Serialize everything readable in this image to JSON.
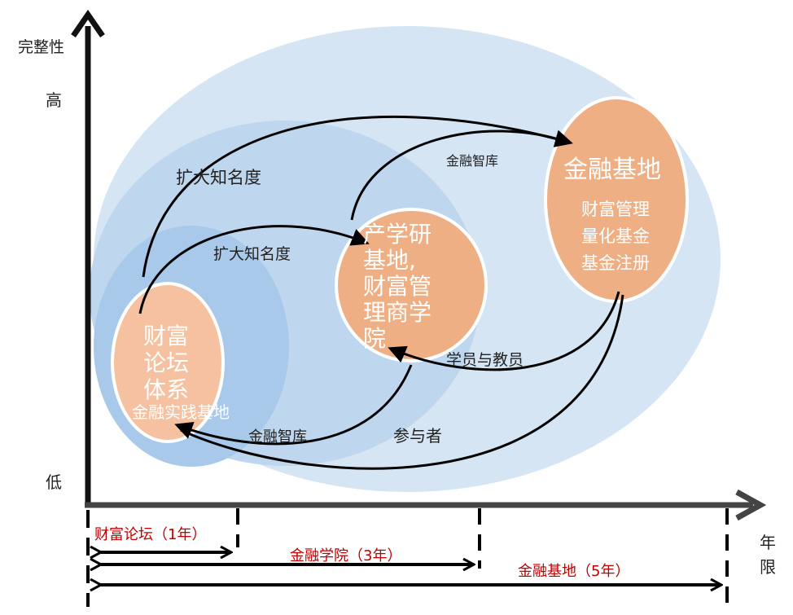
{
  "axes": {
    "y_label": "完整性",
    "y_high": "高",
    "y_low": "低",
    "x_label_line1": "年",
    "x_label_line2": "限"
  },
  "nodes": {
    "forum": {
      "lines": [
        "财富",
        "论坛",
        "体系"
      ],
      "sub": "金融实践基地"
    },
    "academy": {
      "lines": [
        "产学研",
        "基地,",
        "财富管",
        "理商学",
        "院"
      ]
    },
    "base": {
      "title": "金融基地",
      "items": [
        "财富管理",
        "量化基金",
        "基金注册"
      ]
    }
  },
  "arrows": {
    "outer_awareness": "扩大知名度",
    "inner_awareness": "扩大知名度",
    "think_tank_top": "金融智库",
    "think_tank_bottom": "金融智库",
    "students_teachers": "学员与教员",
    "participants": "参与者"
  },
  "timeline": {
    "forum": "财富论坛（1年）",
    "academy": "金融学院（3年）",
    "base": "金融基地（5年）"
  },
  "colors": {
    "ellipse_outer": "#d6e5f4",
    "ellipse_mid": "#bed6ee",
    "ellipse_inner": "#a9c9ea",
    "node_forum": "#f5c1a0",
    "node_orange": "#efaf84",
    "timeline_text": "#c00000",
    "axis": "#111111"
  }
}
